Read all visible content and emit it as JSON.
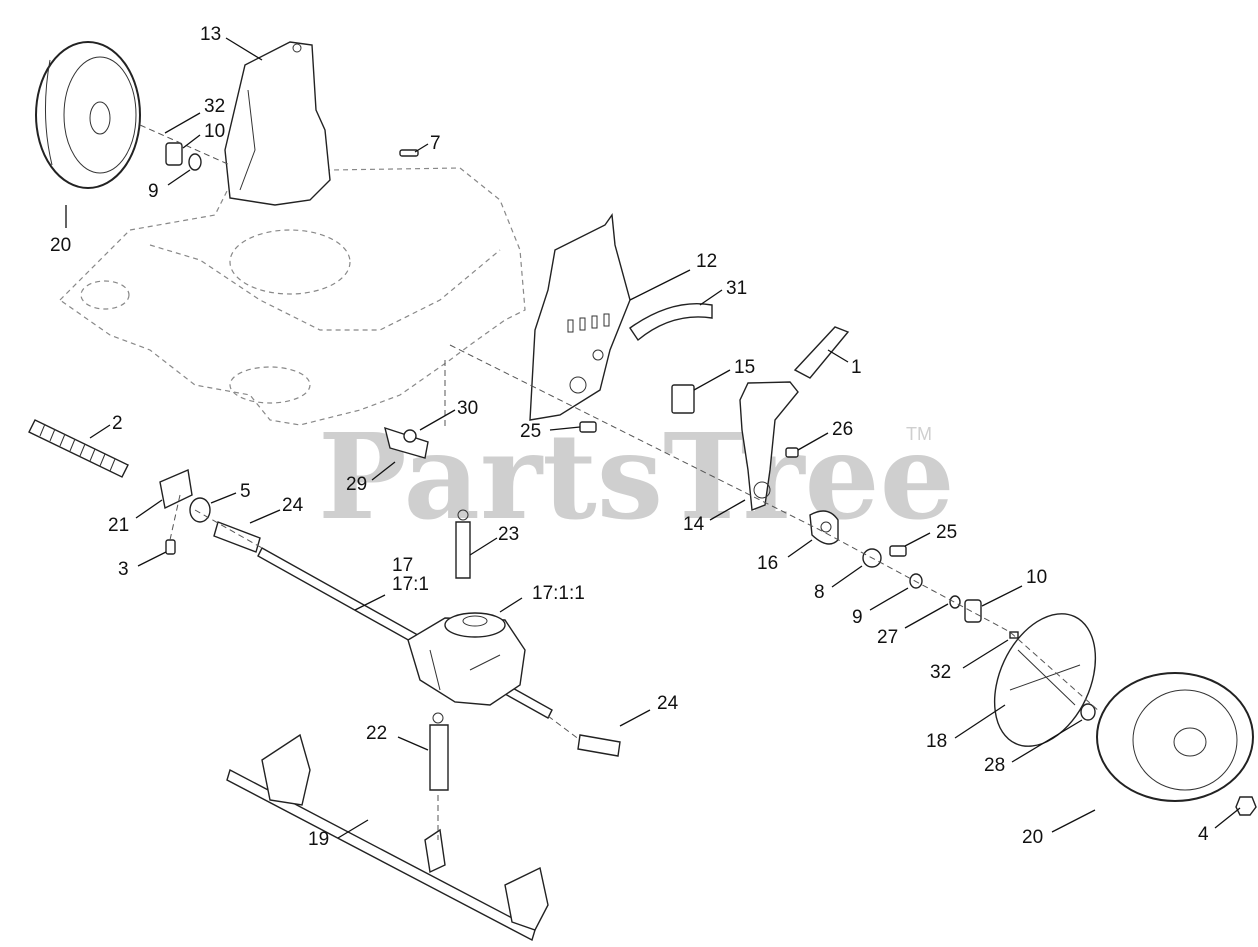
{
  "watermark": {
    "brand": "PartsTree",
    "trademark": "TM"
  },
  "callouts": [
    {
      "id": "13",
      "text": "13"
    },
    {
      "id": "32a",
      "text": "32"
    },
    {
      "id": "10a",
      "text": "10"
    },
    {
      "id": "9a",
      "text": "9"
    },
    {
      "id": "20a",
      "text": "20"
    },
    {
      "id": "7",
      "text": "7"
    },
    {
      "id": "12",
      "text": "12"
    },
    {
      "id": "31",
      "text": "31"
    },
    {
      "id": "1",
      "text": "1"
    },
    {
      "id": "15",
      "text": "15"
    },
    {
      "id": "26",
      "text": "26"
    },
    {
      "id": "2",
      "text": "2"
    },
    {
      "id": "30",
      "text": "30"
    },
    {
      "id": "25a",
      "text": "25"
    },
    {
      "id": "29",
      "text": "29"
    },
    {
      "id": "5",
      "text": "5"
    },
    {
      "id": "24a",
      "text": "24"
    },
    {
      "id": "21",
      "text": "21"
    },
    {
      "id": "3",
      "text": "3"
    },
    {
      "id": "14",
      "text": "14"
    },
    {
      "id": "23",
      "text": "23"
    },
    {
      "id": "17",
      "text": "17"
    },
    {
      "id": "17-1",
      "text": "17:1"
    },
    {
      "id": "17-1-1",
      "text": "17:1:1"
    },
    {
      "id": "16",
      "text": "16"
    },
    {
      "id": "25b",
      "text": "25"
    },
    {
      "id": "8",
      "text": "8"
    },
    {
      "id": "9b",
      "text": "9"
    },
    {
      "id": "10b",
      "text": "10"
    },
    {
      "id": "27",
      "text": "27"
    },
    {
      "id": "32b",
      "text": "32"
    },
    {
      "id": "24b",
      "text": "24"
    },
    {
      "id": "22",
      "text": "22"
    },
    {
      "id": "18",
      "text": "18"
    },
    {
      "id": "28",
      "text": "28"
    },
    {
      "id": "19",
      "text": "19"
    },
    {
      "id": "20b",
      "text": "20"
    },
    {
      "id": "4",
      "text": "4"
    }
  ]
}
